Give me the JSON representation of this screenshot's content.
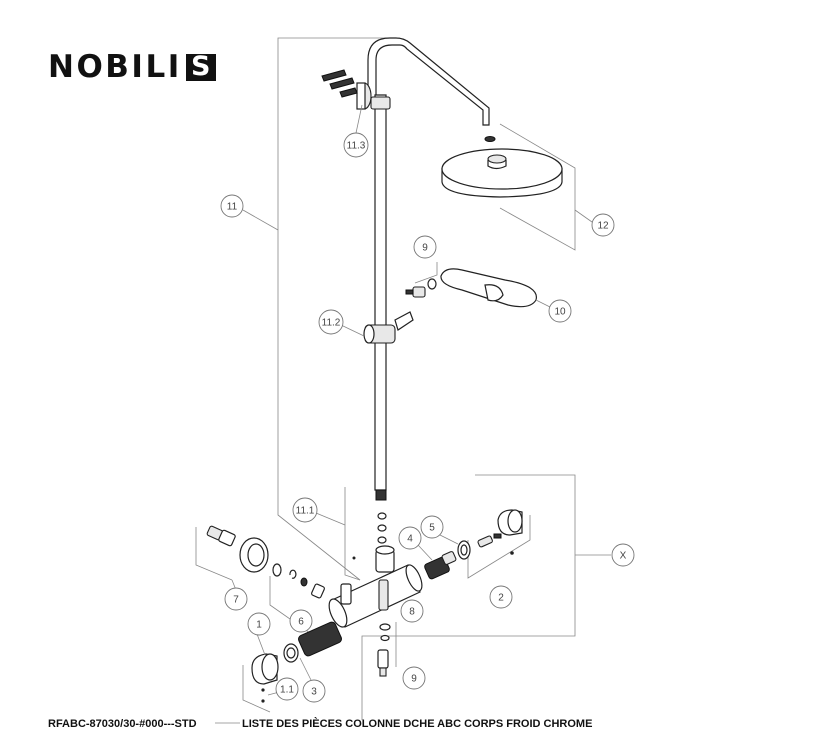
{
  "brand": {
    "name": "NOBILI",
    "mark": "S"
  },
  "callouts": {
    "c11": "11",
    "c11_3": "11.3",
    "c12": "12",
    "c9a": "9",
    "c10": "10",
    "c11_2": "11.2",
    "c11_1": "11.1",
    "c5": "5",
    "c4": "4",
    "cX": "X",
    "c2": "2",
    "c7": "7",
    "c6": "6",
    "c8": "8",
    "c1": "1",
    "c1_1": "1.1",
    "c3": "3",
    "c9b": "9"
  },
  "footer": {
    "reference": "RFABC-87030/30-#000---STD",
    "title": "LISTE DES PIÈCES COLONNE DCHE ABC CORPS FROID CHROME"
  }
}
